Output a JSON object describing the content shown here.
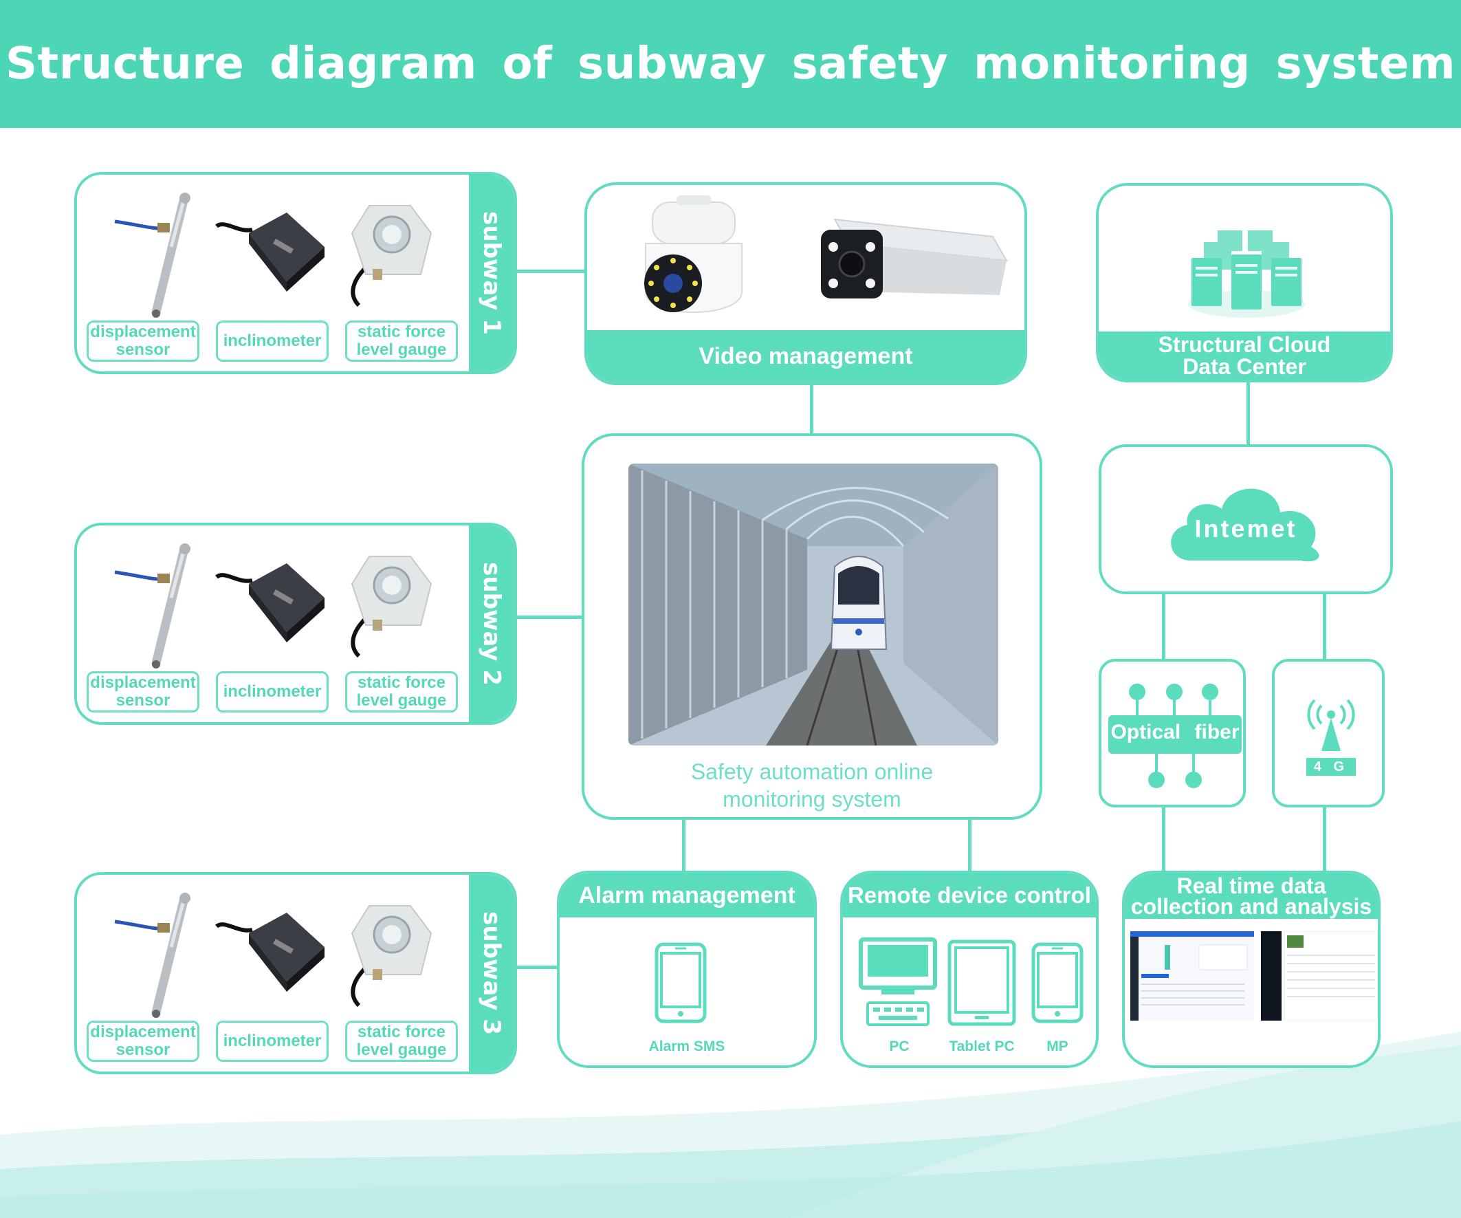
{
  "title": "Structure diagram of subway safety monitoring system",
  "subways": [
    {
      "label": "subway 1",
      "sensors": [
        "displacement sensor",
        "inclinometer",
        "static force level gauge"
      ]
    },
    {
      "label": "subway 2",
      "sensors": [
        "displacement sensor",
        "inclinometer",
        "static force level gauge"
      ]
    },
    {
      "label": "subway 3",
      "sensors": [
        "displacement sensor",
        "inclinometer",
        "static force level gauge"
      ]
    }
  ],
  "sensor_lines": {
    "displacement": [
      "displacement",
      "sensor"
    ],
    "static": [
      "static force",
      "level gauge"
    ]
  },
  "video": {
    "label": "Video management"
  },
  "cloud": {
    "label_line1": "Structural Cloud",
    "label_line2": "Data Center"
  },
  "internet": {
    "label": "Intemet"
  },
  "center": {
    "line1": "Safety automation online",
    "line2": "monitoring system"
  },
  "optical": {
    "label": "Optical fiber"
  },
  "fourg": {
    "label": "4 G"
  },
  "alarm": {
    "title": "Alarm management",
    "device": "Alarm SMS"
  },
  "remote": {
    "title": "Remote device control",
    "devices": [
      "PC",
      "Tablet PC",
      "MP"
    ]
  },
  "realtime": {
    "line1": "Real time data",
    "line2": "collection and analysis"
  },
  "colors": {
    "accent": "#4dd6b5",
    "line": "#62dcc0",
    "dark": "#1c2a3a"
  }
}
